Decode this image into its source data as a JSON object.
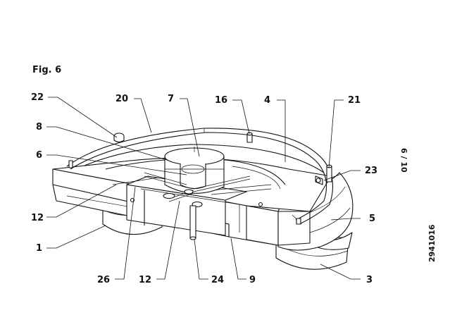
{
  "figure_label": "Fig. 6",
  "sheet_number": "6 / 10",
  "document_number": "2941016",
  "reference_labels": [
    {
      "id": "lbl-22",
      "text": "22"
    },
    {
      "id": "lbl-20",
      "text": "20"
    },
    {
      "id": "lbl-7",
      "text": "7"
    },
    {
      "id": "lbl-16",
      "text": "16"
    },
    {
      "id": "lbl-4",
      "text": "4"
    },
    {
      "id": "lbl-21",
      "text": "21"
    },
    {
      "id": "lbl-8",
      "text": "8"
    },
    {
      "id": "lbl-6",
      "text": "6"
    },
    {
      "id": "lbl-23",
      "text": "23"
    },
    {
      "id": "lbl-12a",
      "text": "12"
    },
    {
      "id": "lbl-5",
      "text": "5"
    },
    {
      "id": "lbl-1",
      "text": "1"
    },
    {
      "id": "lbl-26",
      "text": "26"
    },
    {
      "id": "lbl-12b",
      "text": "12"
    },
    {
      "id": "lbl-24",
      "text": "24"
    },
    {
      "id": "lbl-9",
      "text": "9"
    },
    {
      "id": "lbl-3",
      "text": "3"
    }
  ]
}
